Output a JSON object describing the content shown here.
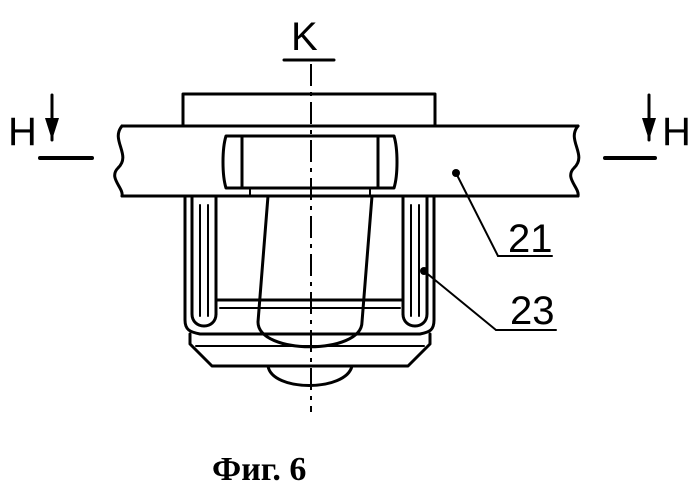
{
  "figure": {
    "view_label": "K",
    "section_label_left": "H",
    "section_label_right": "H",
    "callouts": {
      "part_21": "21",
      "part_23": "23"
    },
    "caption": "Фиг. 6"
  },
  "colors": {
    "line": "#000000",
    "background": "#ffffff"
  }
}
